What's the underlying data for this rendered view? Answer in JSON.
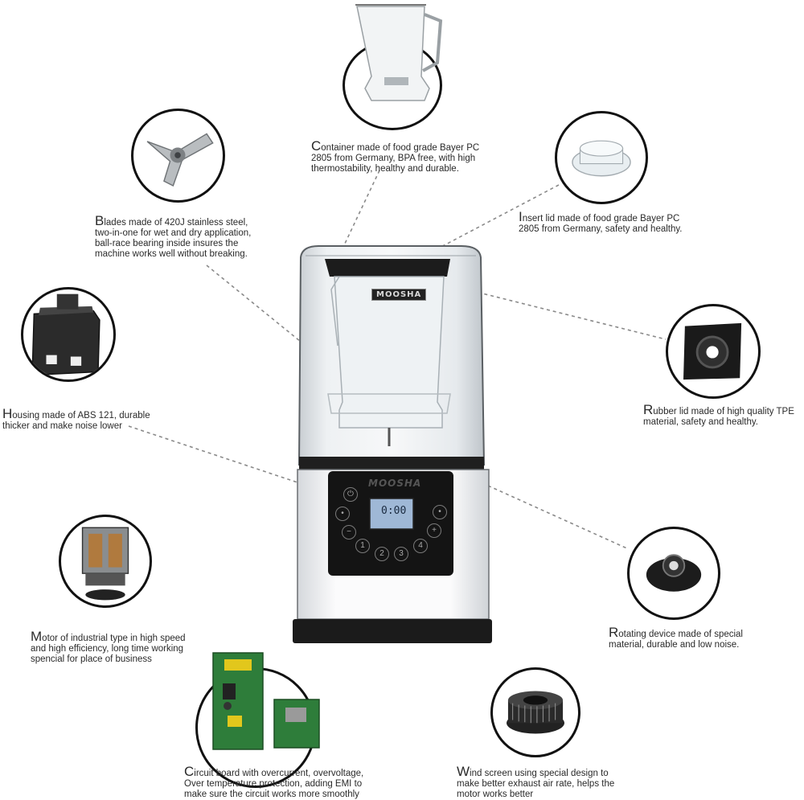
{
  "callouts": {
    "container": {
      "cap": "C",
      "lines": [
        "ontainer made of food grade Bayer PC",
        "2805 from Germany, BPA free,  with high",
        "thermostability, healthy and durable."
      ]
    },
    "blades": {
      "cap": "B",
      "lines": [
        "lades made of 420J stainless steel,",
        "two-in-one for wet and dry application,",
        "ball-race bearing inside insures the",
        "machine works well without breaking."
      ]
    },
    "insert_lid": {
      "cap": "I",
      "lines": [
        "nsert lid made of food grade Bayer PC",
        "2805 from Germany, safety and healthy."
      ]
    },
    "housing": {
      "cap": "H",
      "lines": [
        "ousing made of ABS 121, durable",
        "thicker and make noise lower"
      ]
    },
    "rubber_lid": {
      "cap": "R",
      "lines": [
        "ubber lid made of high quality TPE",
        "material, safety and healthy."
      ]
    },
    "motor": {
      "cap": "M",
      "lines": [
        "otor of industrial type in high speed",
        "and high efficiency, long time working",
        "spencial for place of business"
      ]
    },
    "rotating": {
      "cap": "R",
      "lines": [
        "otating device  made of special",
        "material, durable and low noise."
      ]
    },
    "circuit": {
      "cap": "C",
      "lines": [
        "ircuit board with overcurrent, overvoltage,",
        "Over temperature protection, adding EMI to",
        "make sure the circuit works more smoothly"
      ]
    },
    "wind": {
      "cap": "W",
      "lines": [
        "ind screen using special design to",
        "make better exhaust air rate, helps the",
        "motor works better"
      ]
    }
  },
  "blender": {
    "brand_lid": "MOOSHA",
    "brand_base": "MOOSHA",
    "lcd_value": "0:00",
    "buttons": [
      "1",
      "2",
      "3",
      "4"
    ]
  },
  "icons": [
    "container-jar-icon",
    "blade-assembly-icon",
    "insert-lid-icon",
    "motor-base-icon",
    "rubber-lid-icon",
    "motor-icon",
    "rotating-device-icon",
    "circuit-board-icon",
    "wind-screen-icon"
  ]
}
